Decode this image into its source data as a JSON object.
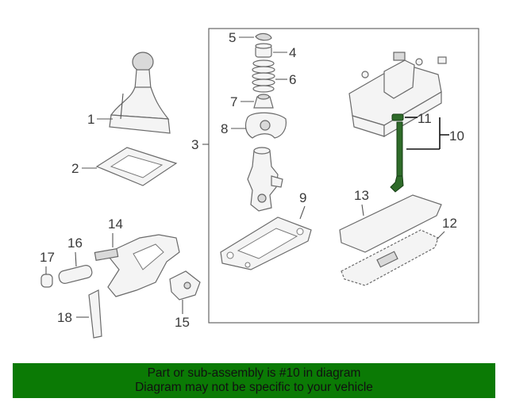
{
  "callouts": {
    "c1": "1",
    "c2": "2",
    "c3": "3",
    "c4": "4",
    "c5": "5",
    "c6": "6",
    "c7": "7",
    "c8": "8",
    "c9": "9",
    "c10": "10",
    "c11": "11",
    "c12": "12",
    "c13": "13",
    "c14": "14",
    "c15": "15",
    "c16": "16",
    "c17": "17",
    "c18": "18"
  },
  "highlighted_part": "10",
  "colors": {
    "banner_background": "#0b7a05",
    "highlight": "#2f6b2a"
  },
  "banner": {
    "line1": "Part or sub-assembly is #10 in diagram",
    "line2": "Diagram may not be specific to your vehicle"
  }
}
